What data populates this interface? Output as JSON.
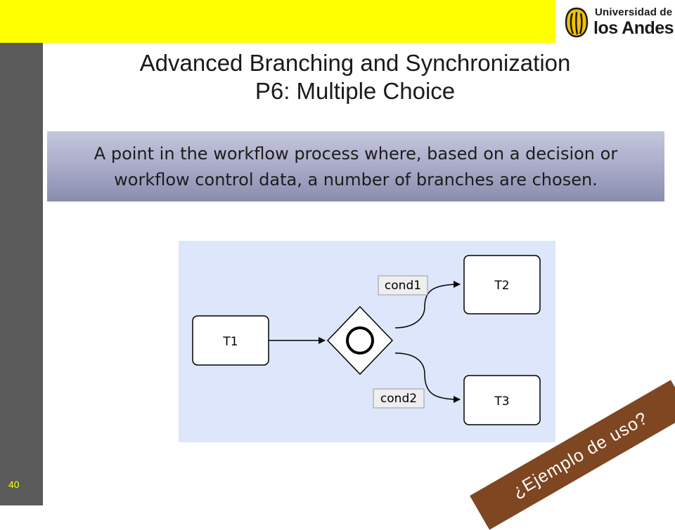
{
  "slide": {
    "number": "40",
    "title_line1": "Advanced Branching and Synchronization",
    "title_line2": "P6: Multiple Choice"
  },
  "logo": {
    "line1": "Universidad de",
    "line2": "los Andes"
  },
  "definition": {
    "line1": "A point in the workflow process where, based on a decision or",
    "line2": "workflow control data, a number of branches are chosen."
  },
  "diagram": {
    "tasks": {
      "t1": "T1",
      "t2": "T2",
      "t3": "T3"
    },
    "conditions": {
      "cond1": "cond1",
      "cond2": "cond2"
    }
  },
  "question": "¿Ejemplo de uso?",
  "colors": {
    "top_bar": "#ffff00",
    "left_bar": "#5a5a5a",
    "definition_box": "#a9abc9",
    "diagram_background": "#dde6fb",
    "question_banner": "#7e4621",
    "slide_number": "#ffff00"
  }
}
